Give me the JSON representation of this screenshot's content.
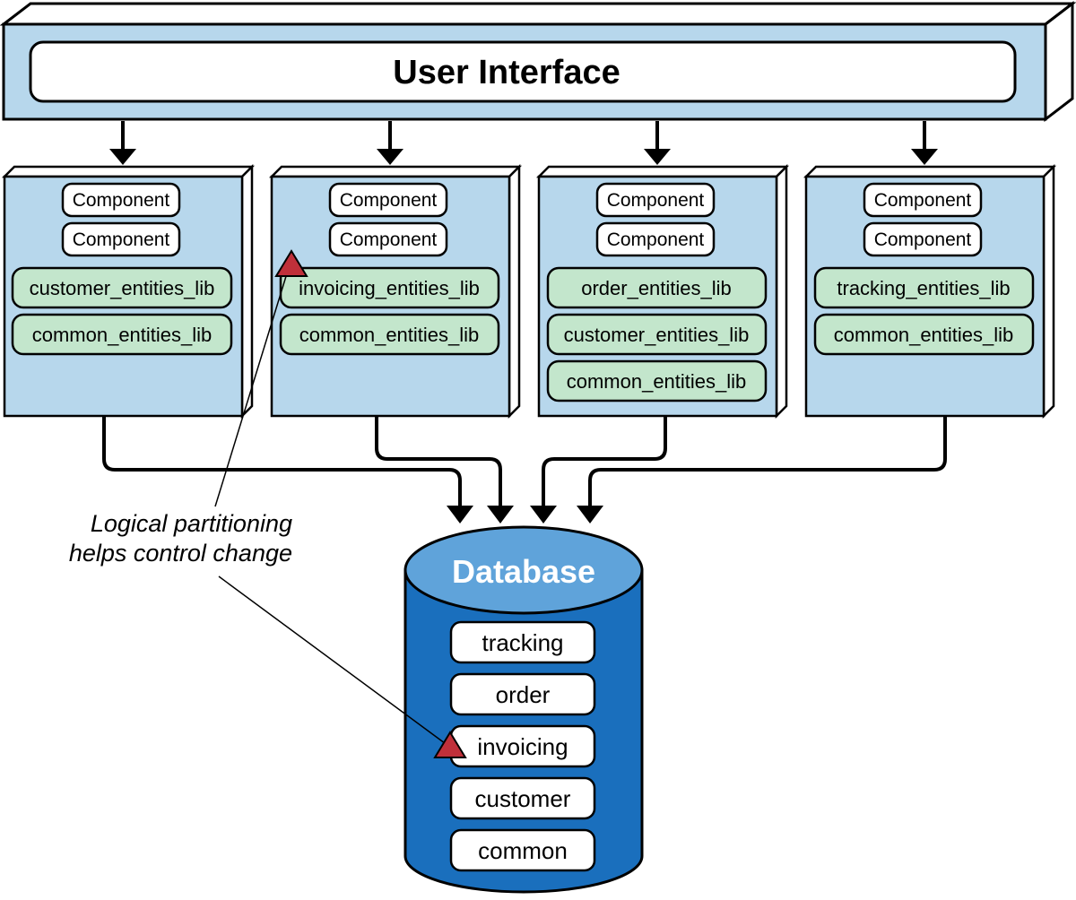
{
  "user_interface": {
    "label": "User Interface"
  },
  "services": [
    {
      "components": [
        "Component",
        "Component"
      ],
      "libs": [
        "customer_entities_lib",
        "common_entities_lib"
      ]
    },
    {
      "components": [
        "Component",
        "Component"
      ],
      "libs": [
        "invoicing_entities_lib",
        "common_entities_lib"
      ]
    },
    {
      "components": [
        "Component",
        "Component"
      ],
      "libs": [
        "order_entities_lib",
        "customer_entities_lib",
        "common_entities_lib"
      ]
    },
    {
      "components": [
        "Component",
        "Component"
      ],
      "libs": [
        "tracking_entities_lib",
        "common_entities_lib"
      ]
    }
  ],
  "database": {
    "label": "Database",
    "schemas": [
      "tracking",
      "order",
      "invoicing",
      "customer",
      "common"
    ]
  },
  "annotation": {
    "lines": [
      "Logical partitioning",
      "helps control change"
    ]
  },
  "colors": {
    "box_fill": "#b7d7ec",
    "box_side": "#ffffff",
    "lib_fill": "#c3e6cc",
    "db_body": "#1a6fbd",
    "db_top": "#5fa3da",
    "marker": "#c0303a"
  }
}
